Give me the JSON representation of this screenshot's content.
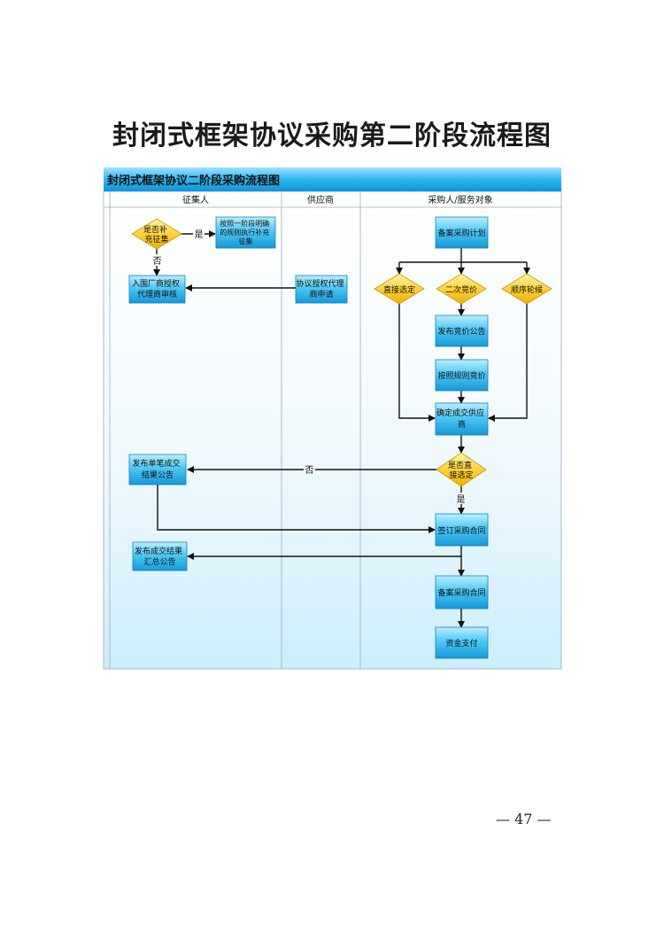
{
  "page_title": "封闭式框架协议采购第二阶段流程图",
  "chart": {
    "header_title": "封闭式框架协议二阶段采购流程图",
    "lanes": [
      "征集人",
      "供应商",
      "采购人/服务对象"
    ],
    "nodes": {
      "is_supplementary": [
        "是否补",
        "充征集"
      ],
      "rules_supplement": [
        "按照一阶段明确",
        "的规则执行补充",
        "征集"
      ],
      "enter_review": [
        "入围厂商授权",
        "代理商审核"
      ],
      "agent_apply": [
        "协议授权代理",
        "商申请"
      ],
      "record_plan": [
        "备案采购计划"
      ],
      "direct_select": [
        "直接选定"
      ],
      "second_bid": [
        "二次竞价"
      ],
      "rotation": [
        "顺序轮候"
      ],
      "publish_bid_notice": [
        "发布竞价公告"
      ],
      "bid_by_rules": [
        "按照规则竞价"
      ],
      "confirm_supplier": [
        "确定成交供应",
        "商"
      ],
      "is_direct": [
        "是否直",
        "接选定"
      ],
      "publish_single_result": [
        "发布单笔成交",
        "结果公告"
      ],
      "sign_contract": [
        "签订采购合同"
      ],
      "publish_summary": [
        "发布成交结果",
        "汇总公告"
      ],
      "record_contract": [
        "备案采购合同"
      ],
      "payment": [
        "资金支付"
      ]
    },
    "edge_labels": {
      "yes1": "是",
      "no1": "否",
      "no2": "否",
      "yes2": "是"
    }
  },
  "page_number": "— 47 —"
}
